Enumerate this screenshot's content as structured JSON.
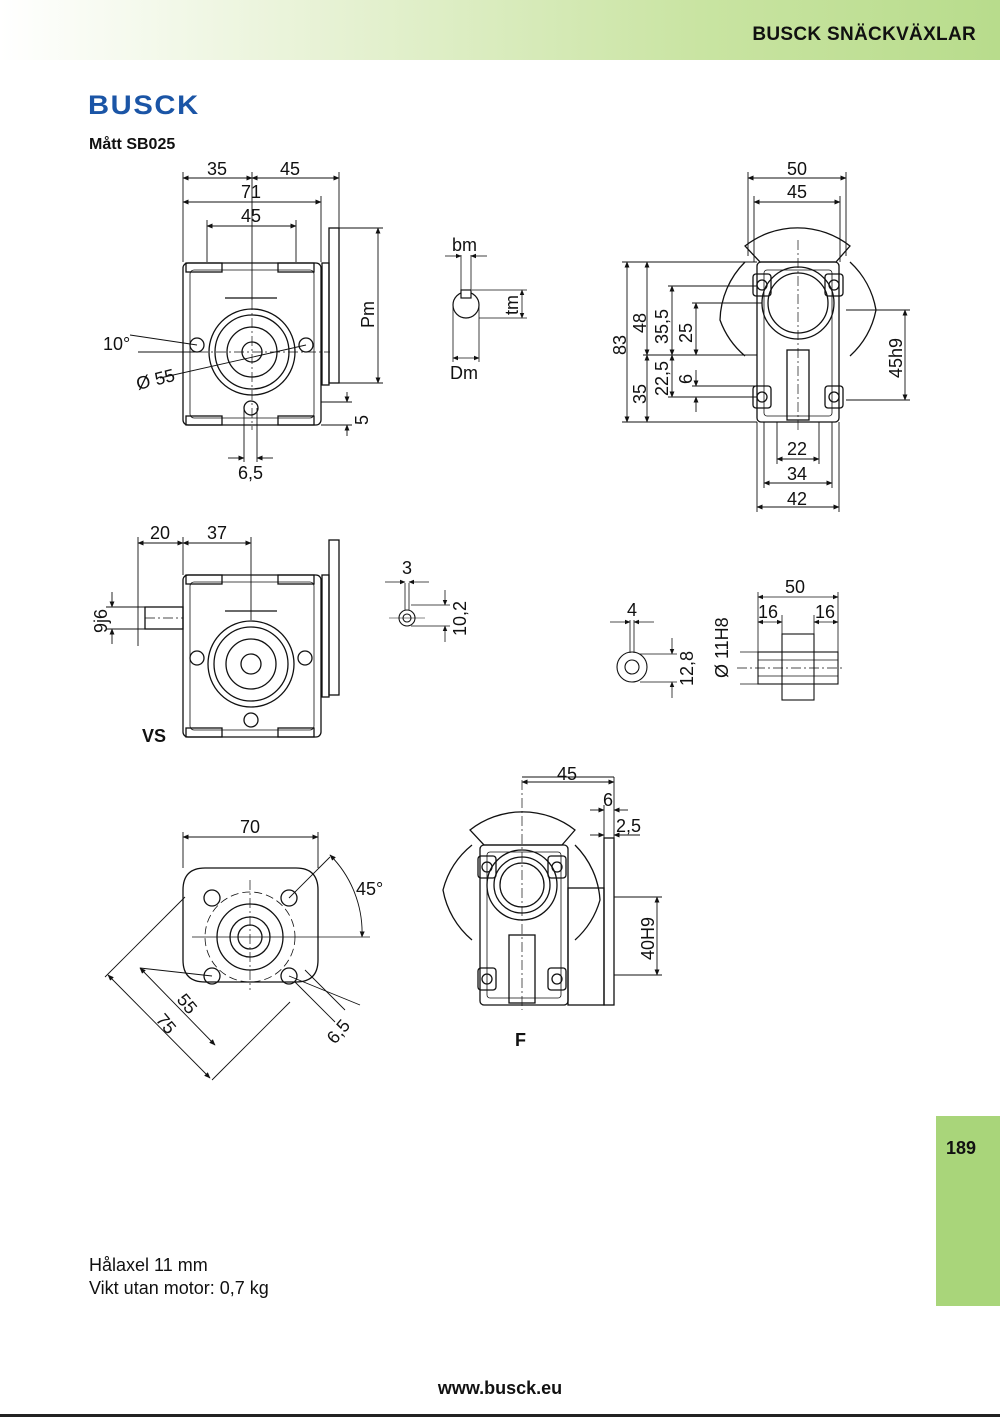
{
  "header": {
    "title": "BUSCK SNÄCKVÄXLAR"
  },
  "brand": {
    "logo_text": "BUSCK",
    "color": "#1b55a6"
  },
  "page": {
    "subtitle": "Mått SB025",
    "number": "189",
    "tab_color": "#a9d57a",
    "url": "www.busck.eu"
  },
  "specs": {
    "hollow_label": "Hålaxel",
    "hollow_value": "11 mm",
    "weight_label": "Vikt utan motor:",
    "weight_value": "0,7 kg"
  },
  "dims": {
    "front": {
      "d35": "35",
      "d45a": "45",
      "d71": "71",
      "d45b": "45",
      "pm": "Pm",
      "angle": "10°",
      "dia55": "Ø 55",
      "d5": "5",
      "d65": "6,5"
    },
    "key": {
      "bm": "bm",
      "tm": "tm",
      "dm": "Dm"
    },
    "side": {
      "d50": "50",
      "d45": "45",
      "d83": "83",
      "d48": "48",
      "d355": "35,5",
      "d25": "25",
      "d35": "35",
      "d225": "22,5",
      "d6": "6",
      "d45h9": "45h9",
      "d22": "22",
      "d34": "34",
      "d42": "42"
    },
    "vs": {
      "d20": "20",
      "d37": "37",
      "d9j6": "9j6",
      "label": "VS"
    },
    "shaft_key": {
      "d3": "3",
      "d102": "10,2"
    },
    "sleeve": {
      "d4": "4",
      "d128": "12,8",
      "d11h8": "Ø 11H8",
      "d50": "50",
      "d16a": "16",
      "d16b": "16"
    },
    "flange": {
      "d70": "70",
      "angle": "45°",
      "d55": "55",
      "d75": "75",
      "d65": "6,5"
    },
    "f_view": {
      "d45": "45",
      "d6": "6",
      "d25": "2,5",
      "d40h9": "40H9",
      "label": "F"
    }
  }
}
